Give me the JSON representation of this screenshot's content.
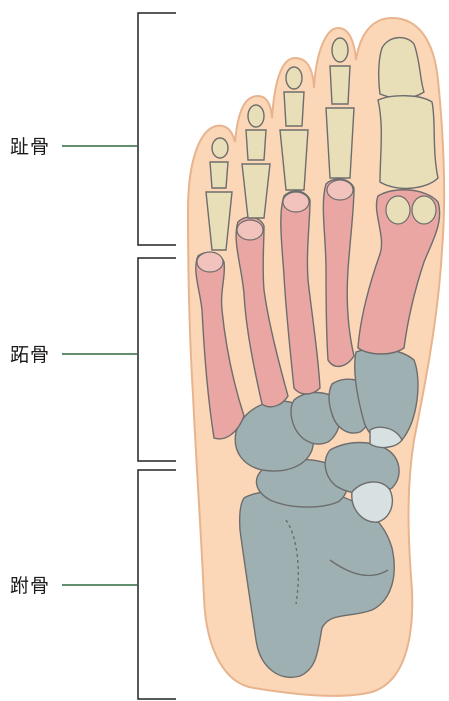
{
  "labels": {
    "phalanges": "趾骨",
    "metatarsals": "跖骨",
    "tarsals": "跗骨"
  },
  "colors": {
    "skin": "#fbd7b7",
    "skin_edge": "#e8b48e",
    "phalanx_bone": "#e8dfb8",
    "metatarsal_bone": "#eaa6a2",
    "tarsal_bone": "#9fb0b3",
    "bone_outline": "#6d6d6d",
    "bracket_line": "#222222",
    "leader_line": "#2f6a3e"
  }
}
